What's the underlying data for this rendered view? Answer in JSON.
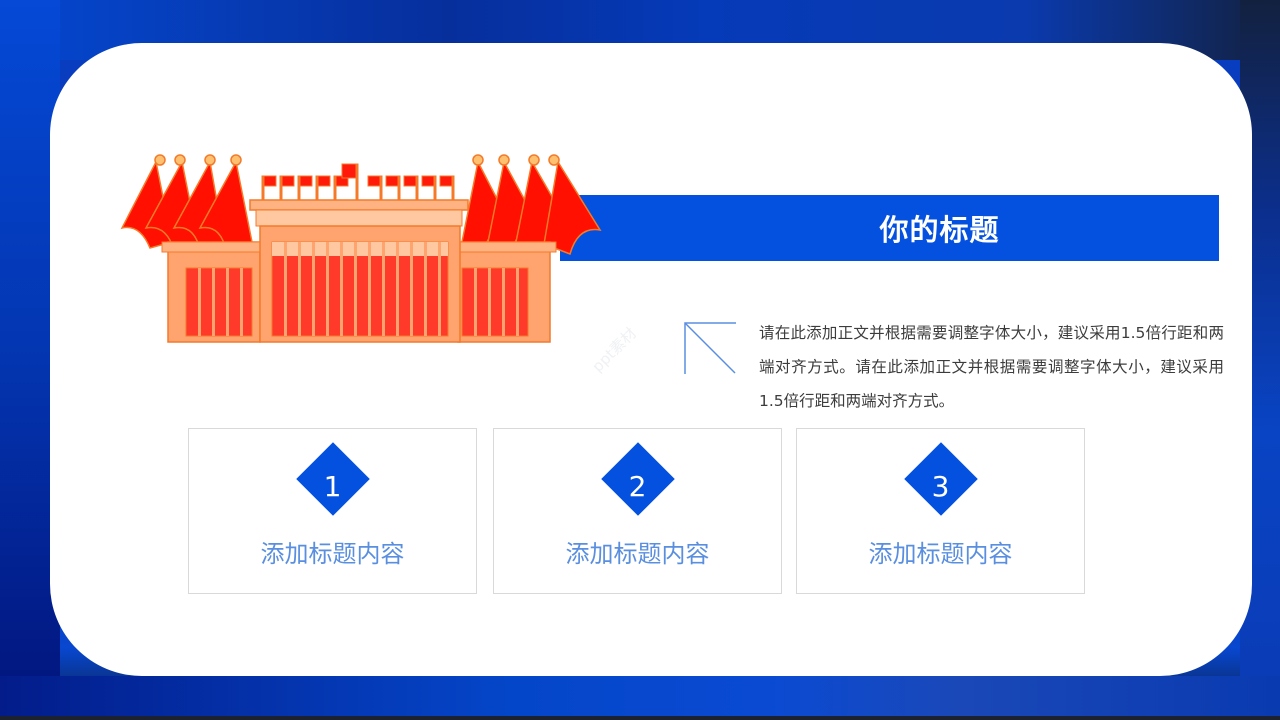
{
  "slide": {
    "title": "你的标题",
    "body": "请在此添加正文并根据需要调整字体大小，建议采用1.5倍行距和两端对齐方式。请在此添加正文并根据需要调整字体大小，建议采用1.5倍行距和两端对齐方式。",
    "watermark": "ppt素材",
    "illustration": "great-hall-building-with-red-flags",
    "colors": {
      "accent_blue": "#0451df",
      "label_blue": "#5a8fe0",
      "flag_red": "#ff1a0a",
      "building_orange": "#fda46c",
      "background_blue": "#0636b0"
    }
  },
  "features": [
    {
      "number": "1",
      "label": "添加标题内容"
    },
    {
      "number": "2",
      "label": "添加标题内容"
    },
    {
      "number": "3",
      "label": "添加标题内容"
    }
  ]
}
